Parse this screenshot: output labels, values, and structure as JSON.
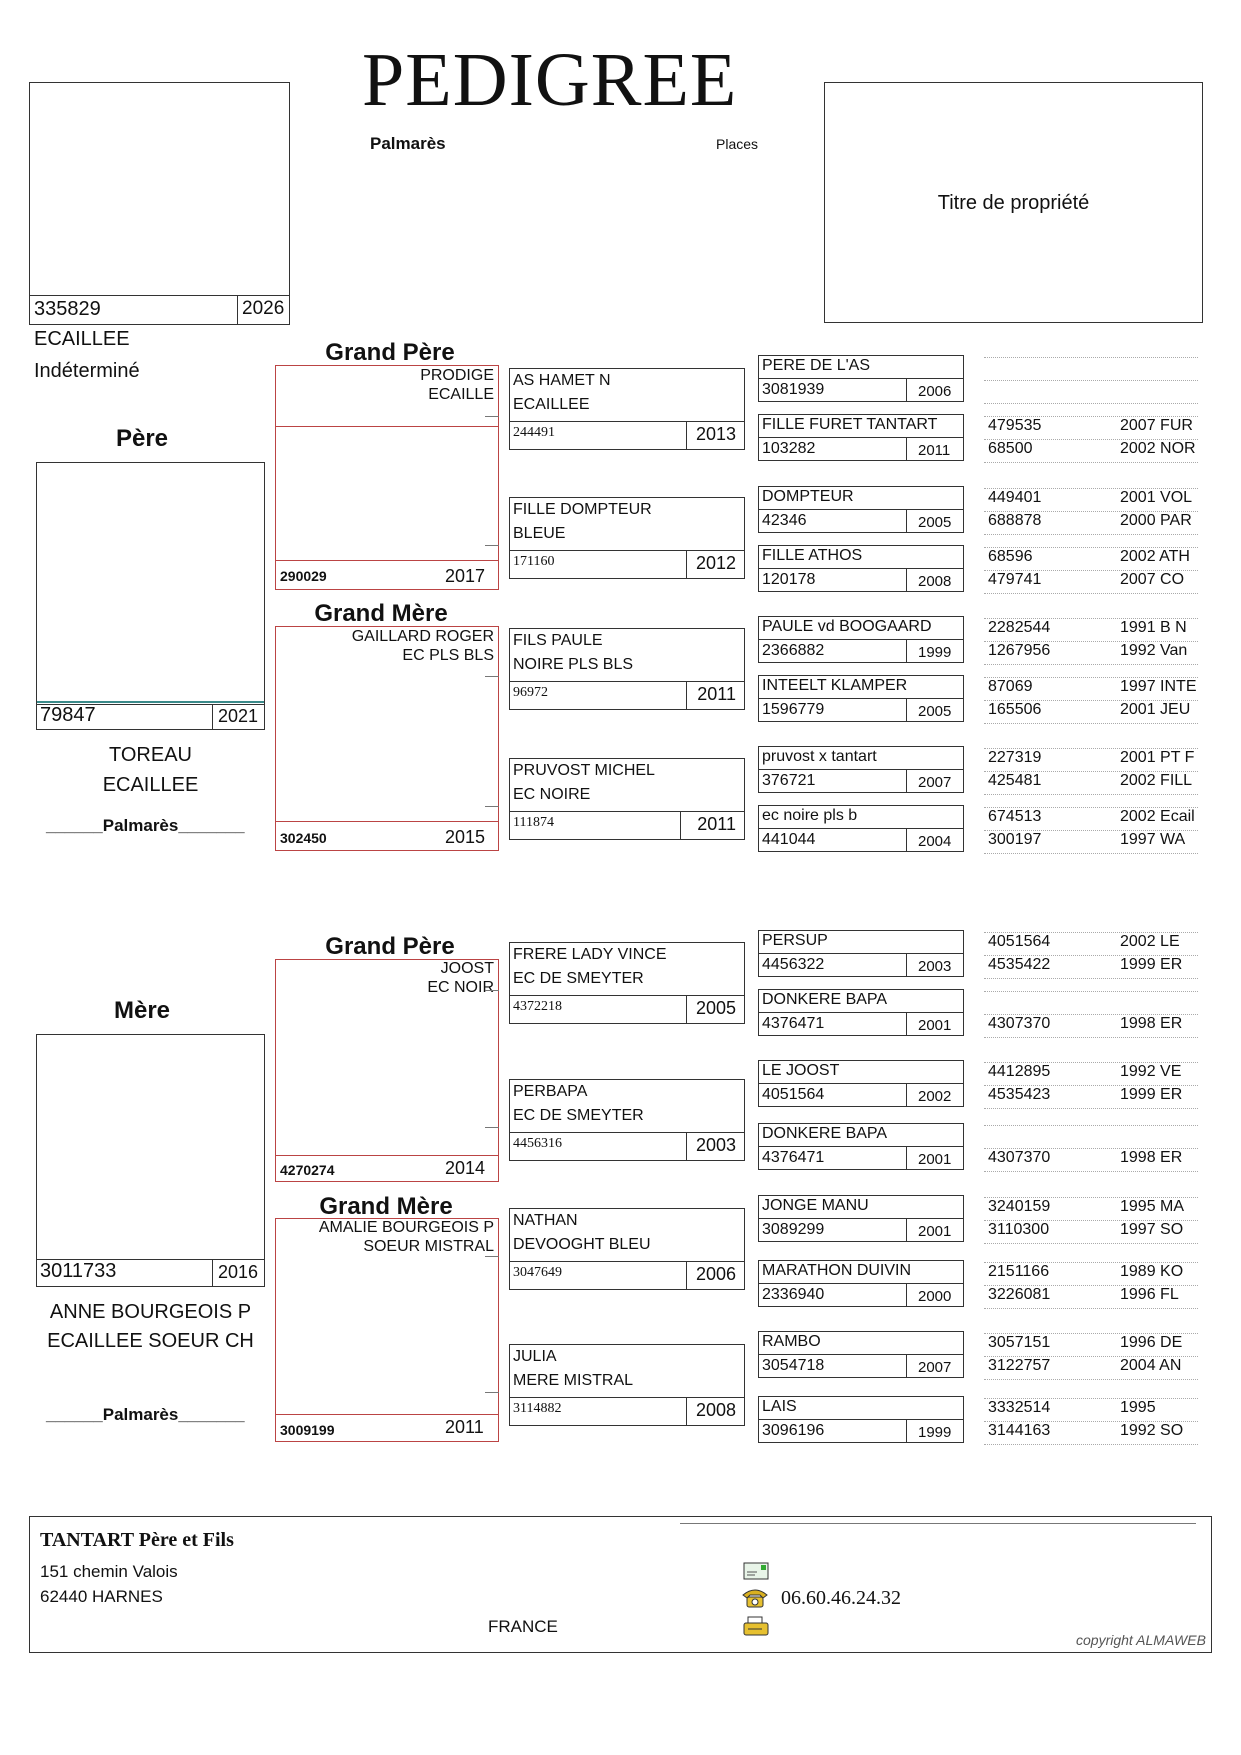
{
  "header": {
    "title": "PEDIGREE",
    "palmares": "Palmarès",
    "places": "Places",
    "titre": "Titre de propriété"
  },
  "subject": {
    "ring": "335829",
    "year": "2026",
    "color": "ECAILLEE",
    "sex": "Indéterminé"
  },
  "labels": {
    "pere": "Père",
    "mere": "Mère",
    "grand_pere": "Grand Père",
    "grand_mere": "Grand Mère",
    "palmares_line": "______Palmarès_______"
  },
  "father": {
    "ring": "79847",
    "year": "2021",
    "name": "TOREAU",
    "color": "ECAILLEE"
  },
  "mother": {
    "ring": "3011733",
    "year": "2016",
    "name": "ANNE BOURGEOIS P",
    "color": "ECAILLEE SOEUR CH"
  },
  "gp1": {
    "name": "PRODIGE",
    "color": "ECAILLE",
    "ring": "290029",
    "year": "2017"
  },
  "gm1": {
    "name": "GAILLARD ROGER",
    "color": "EC PLS BLS",
    "ring": "302450",
    "year": "2015"
  },
  "gp2": {
    "name": "JOOST",
    "color": "EC NOIR",
    "ring": "4270274",
    "year": "2014"
  },
  "gm2": {
    "name": "AMALIE BOURGEOIS P",
    "color": "SOEUR MISTRAL",
    "ring": "3009199",
    "year": "2011"
  },
  "g3": [
    {
      "l1": "AS HAMET N",
      "l2": "ECAILLEE",
      "ring": "244491",
      "year": "2013"
    },
    {
      "l1": "FILLE DOMPTEUR",
      "l2": "BLEUE",
      "ring": "171160",
      "year": "2012"
    },
    {
      "l1": "FILS PAULE",
      "l2": "NOIRE PLS BLS",
      "ring": "96972",
      "year": "2011"
    },
    {
      "l1": "PRUVOST MICHEL",
      "l2": "EC NOIRE",
      "ring": "111874",
      "year": "2011"
    },
    {
      "l1": "FRERE LADY VINCE",
      "l2": "EC DE SMEYTER",
      "ring": "4372218",
      "year": "2005"
    },
    {
      "l1": "PERBAPA",
      "l2": "EC DE SMEYTER",
      "ring": "4456316",
      "year": "2003"
    },
    {
      "l1": "NATHAN",
      "l2": "DEVOOGHT BLEU",
      "ring": "3047649",
      "year": "2006"
    },
    {
      "l1": "JULIA",
      "l2": "MERE MISTRAL",
      "ring": "3114882",
      "year": "2008"
    }
  ],
  "g4": [
    {
      "name": "PERE DE L'AS",
      "ring": "3081939",
      "year": "2006"
    },
    {
      "name": "FILLE FURET TANTART",
      "ring": "103282",
      "year": "2011"
    },
    {
      "name": "DOMPTEUR",
      "ring": "42346",
      "year": "2005"
    },
    {
      "name": "FILLE ATHOS",
      "ring": "120178",
      "year": "2008"
    },
    {
      "name": "PAULE vd BOOGAARD",
      "ring": "2366882",
      "year": "1999"
    },
    {
      "name": "INTEELT KLAMPER",
      "ring": "1596779",
      "year": "2005"
    },
    {
      "name": "pruvost x tantart",
      "ring": "376721",
      "year": "2007"
    },
    {
      "name": "ec noire pls b",
      "ring": "441044",
      "year": "2004"
    },
    {
      "name": "PERSUP",
      "ring": "4456322",
      "year": "2003"
    },
    {
      "name": "DONKERE BAPA",
      "ring": "4376471",
      "year": "2001"
    },
    {
      "name": "LE JOOST",
      "ring": "4051564",
      "year": "2002"
    },
    {
      "name": "DONKERE BAPA",
      "ring": "4376471",
      "year": "2001"
    },
    {
      "name": "JONGE MANU",
      "ring": "3089299",
      "year": "2001"
    },
    {
      "name": "MARATHON DUIVIN",
      "ring": "2336940",
      "year": "2000"
    },
    {
      "name": "RAMBO",
      "ring": "3054718",
      "year": "2007"
    },
    {
      "name": "LAIS",
      "ring": "3096196",
      "year": "1999"
    }
  ],
  "g5": [
    [
      {
        "ring": "",
        "info": ""
      },
      {
        "ring": "",
        "info": ""
      }
    ],
    [
      {
        "ring": "479535",
        "info": "2007 FUR"
      },
      {
        "ring": "68500",
        "info": "2002 NOR"
      }
    ],
    [
      {
        "ring": "449401",
        "info": "2001 VOL"
      },
      {
        "ring": "688878",
        "info": "2000 PAR"
      }
    ],
    [
      {
        "ring": "68596",
        "info": "2002 ATH"
      },
      {
        "ring": "479741",
        "info": "2007 CO"
      }
    ],
    [
      {
        "ring": "2282544",
        "info": "1991 B N"
      },
      {
        "ring": "1267956",
        "info": "1992 Van"
      }
    ],
    [
      {
        "ring": "87069",
        "info": "1997 INTE"
      },
      {
        "ring": "165506",
        "info": "2001 JEU"
      }
    ],
    [
      {
        "ring": "227319",
        "info": "2001 PT F"
      },
      {
        "ring": "425481",
        "info": "2002 FILL"
      }
    ],
    [
      {
        "ring": "674513",
        "info": "2002 Ecail"
      },
      {
        "ring": "300197",
        "info": "1997 WA"
      }
    ],
    [
      {
        "ring": "4051564",
        "info": "2002 LE"
      },
      {
        "ring": "4535422",
        "info": "1999 ER"
      }
    ],
    [
      {
        "ring": "",
        "info": ""
      },
      {
        "ring": "4307370",
        "info": "1998 ER"
      }
    ],
    [
      {
        "ring": "4412895",
        "info": "1992 VE"
      },
      {
        "ring": "4535423",
        "info": "1999 ER"
      }
    ],
    [
      {
        "ring": "",
        "info": ""
      },
      {
        "ring": "4307370",
        "info": "1998 ER"
      }
    ],
    [
      {
        "ring": "3240159",
        "info": "1995 MA"
      },
      {
        "ring": "3110300",
        "info": "1997 SO"
      }
    ],
    [
      {
        "ring": "2151166",
        "info": "1989 KO"
      },
      {
        "ring": "3226081",
        "info": "1996 FL"
      }
    ],
    [
      {
        "ring": "3057151",
        "info": "1996 DE"
      },
      {
        "ring": "3122757",
        "info": "2004 AN"
      }
    ],
    [
      {
        "ring": "3332514",
        "info": "1995"
      },
      {
        "ring": "3144163",
        "info": "1992 SO"
      }
    ]
  ],
  "footer": {
    "owner": "TANTART Père et Fils",
    "street": "151 chemin Valois",
    "city": "62440 HARNES",
    "country": "FRANCE",
    "phone": "06.60.46.24.32",
    "copyright": "copyright ALMAWEB",
    "icons": [
      "email-icon",
      "phone-icon",
      "fax-icon"
    ]
  }
}
